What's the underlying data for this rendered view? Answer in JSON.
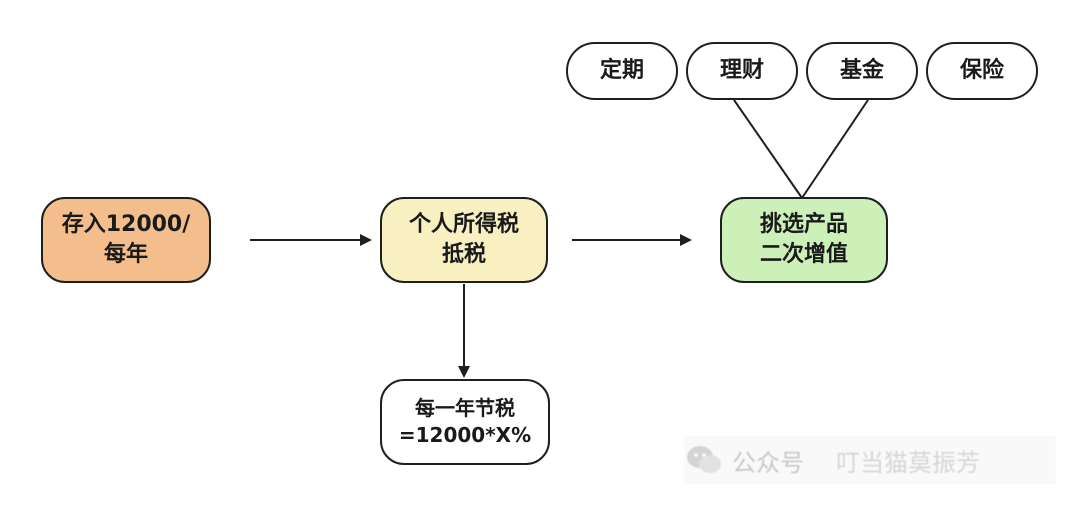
{
  "nodes": {
    "deposit": {
      "line1": "存入12000/",
      "line2": "每年",
      "fill": "#f4be8c"
    },
    "tax_deduction": {
      "line1": "个人所得税",
      "line2": "抵税",
      "fill": "#f9f0c2"
    },
    "yearly_saving": {
      "line1": "每一年节税",
      "line2": "=12000*X%",
      "fill": "#ffffff"
    },
    "choose_product": {
      "line1": "挑选产品",
      "line2": "二次增值",
      "fill": "#ccf0b8"
    }
  },
  "products": [
    "定期",
    "理财",
    "基金",
    "保险"
  ],
  "watermark": {
    "prefix": "公众号",
    "account": "叮当猫莫振芳"
  },
  "colors": {
    "stroke": "#1f1f1f",
    "background": "#ffffff"
  }
}
